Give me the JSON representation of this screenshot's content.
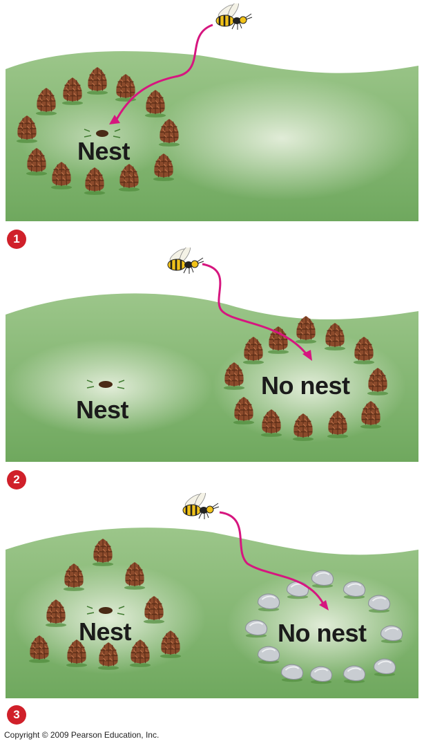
{
  "panels": [
    {
      "step": "1",
      "nest_label": "Nest"
    },
    {
      "step": "2",
      "nest_label": "Nest",
      "decoy_label": "No nest"
    },
    {
      "step": "3",
      "nest_label": "Nest",
      "decoy_label": "No nest"
    }
  ],
  "copyright": "Copyright © 2009 Pearson Education, Inc.",
  "colors": {
    "ground_dark": "#7fb36a",
    "ground_light": "#cfe3c2",
    "path": "#d6167f",
    "pinecone": "#8b4a2b",
    "stone": "#c9cdd2",
    "badge": "#d0202a"
  }
}
